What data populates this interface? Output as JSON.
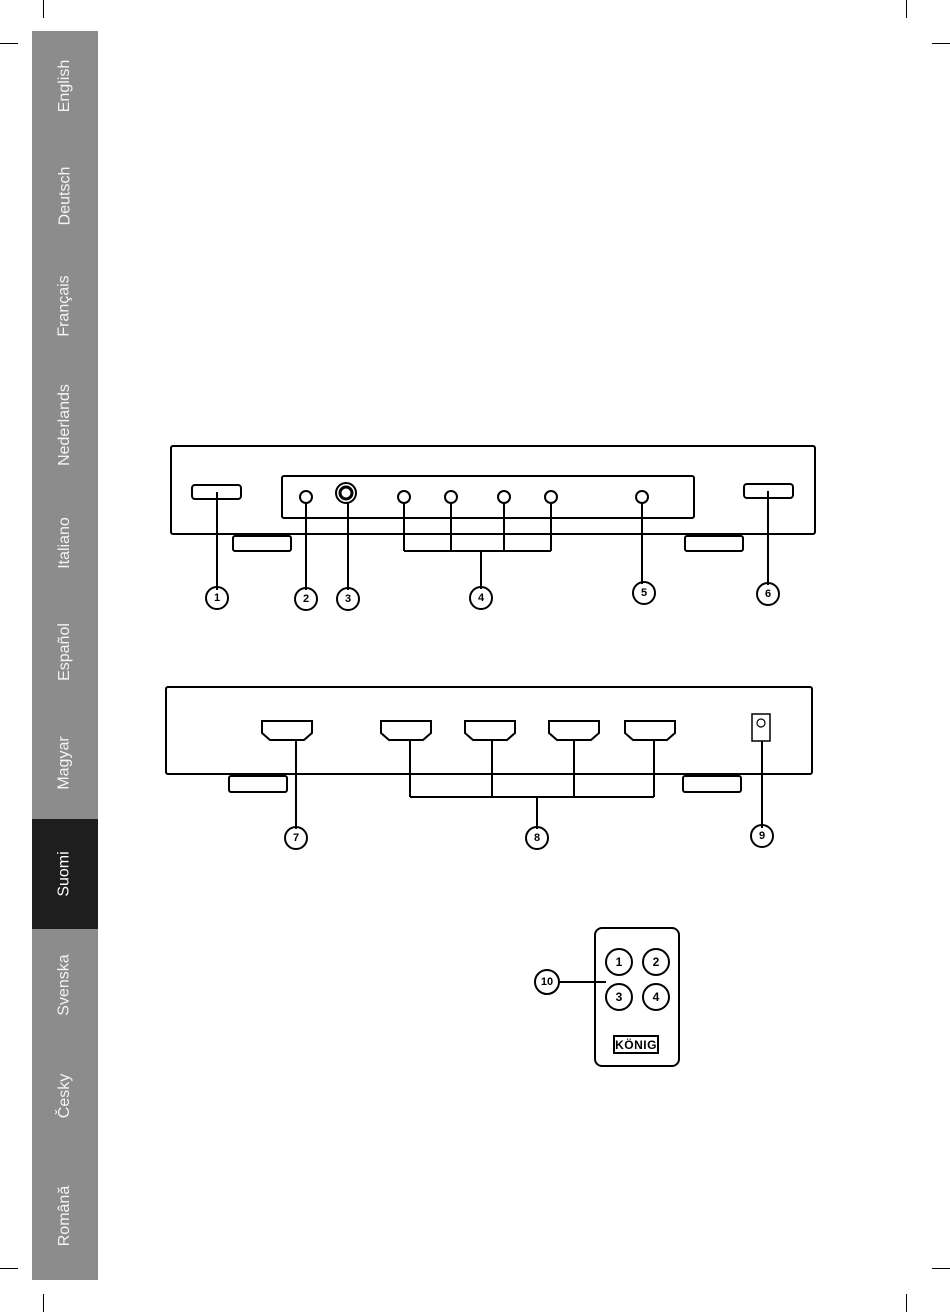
{
  "languages": [
    {
      "label": "English",
      "active": false
    },
    {
      "label": "Deutsch",
      "active": false
    },
    {
      "label": "Français",
      "active": false
    },
    {
      "label": "Nederlands",
      "active": false
    },
    {
      "label": "Italiano",
      "active": false
    },
    {
      "label": "Español",
      "active": false
    },
    {
      "label": "Magyar",
      "active": false
    },
    {
      "label": "Suomi",
      "active": true
    },
    {
      "label": "Svenska",
      "active": false
    },
    {
      "label": "Česky",
      "active": false
    },
    {
      "label": "Română",
      "active": false
    }
  ],
  "front_panel": {
    "callouts": [
      "1",
      "2",
      "3",
      "4",
      "5",
      "6"
    ]
  },
  "rear_panel": {
    "callouts": [
      "7",
      "8",
      "9"
    ]
  },
  "remote": {
    "callout": "10",
    "buttons": [
      "1",
      "2",
      "3",
      "4"
    ],
    "brand": "KÖNIG"
  }
}
